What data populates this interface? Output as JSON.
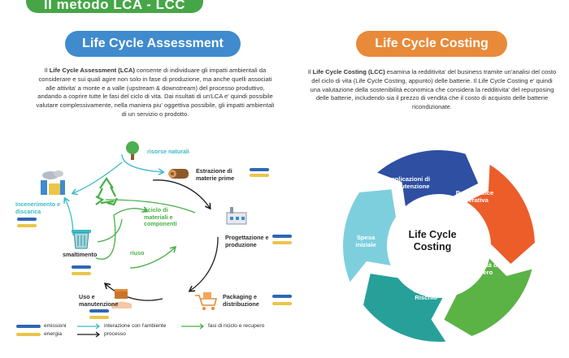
{
  "title": "Il metodo LCA - LCC",
  "lca": {
    "heading": "Life Cycle Assessment",
    "para": {
      "t1": "Il ",
      "b1": "Life Cycle Assessment (LCA)",
      "t2": " consente di individuare gli impatti ambientali da considerare e sui quali agire non solo in fase di produzione, ma anche quelli associati alle attivita' a monte e a valle (upstream & downstream) del processo produttivo, andando a coprire tutte le fasi del ciclo di vita. Dai risultati di un'LCA e' quindi possibile valutare complessivamente, nella maniera piu' oggettiva possibile, gli impatti ambientali di un servizio o prodotto."
    },
    "stages": {
      "risorse": "risorse naturali",
      "estrazione": "Estrazione di materie prime",
      "progettazione": "Progettazione e produzione",
      "packaging": "Packaging e distribuzione",
      "uso": "Uso e manutenzione",
      "smaltimento": "smaltimento",
      "incenerimento": "Incenerimento e discarica",
      "riciclo": "riciclo di materiali e componenti",
      "riuso": "riuso"
    },
    "legend": {
      "emissioni": "emissioni",
      "energia": "energia",
      "interazione": "interazione con l'ambiente",
      "processo": "processo",
      "fasi": "fasi di riciclo e recupero"
    },
    "colors": {
      "emissioni": "#2f67b1",
      "energia": "#eac54a",
      "interazione": "#3bbbc7",
      "fasi": "#48b048",
      "processo": "#1c1c1c"
    }
  },
  "lcc": {
    "heading": "Life Cycle Costing",
    "para": {
      "t1": "Il ",
      "b1": "Life Cycle Costing (LCC)",
      "t2": " esamina la redditivita' del business tramite un'analisi del costo del ciclo di vita (Life Cycle Costing, appunto) delle batterie. Il Life Cycle Costing e' quindi una valutazione della sostenibilità economica che considera la redditivita' del repurposing delle batterie, includendo sia il prezzo di vendita che il costo di acquisto delle batterie ricondizionate."
    },
    "center": "Life Cycle Costing",
    "segments": [
      {
        "label": "Implicazioni di manutenzione",
        "color": "#2e4fa2"
      },
      {
        "label": "Performance operativa",
        "color": "#ec5d2a"
      },
      {
        "label": "Esternalità di recupero",
        "color": "#5bb346"
      },
      {
        "label": "Valore vs Rischio",
        "color": "#27a09a"
      },
      {
        "label": "Spesa iniziale",
        "color": "#7ecfde"
      }
    ]
  }
}
